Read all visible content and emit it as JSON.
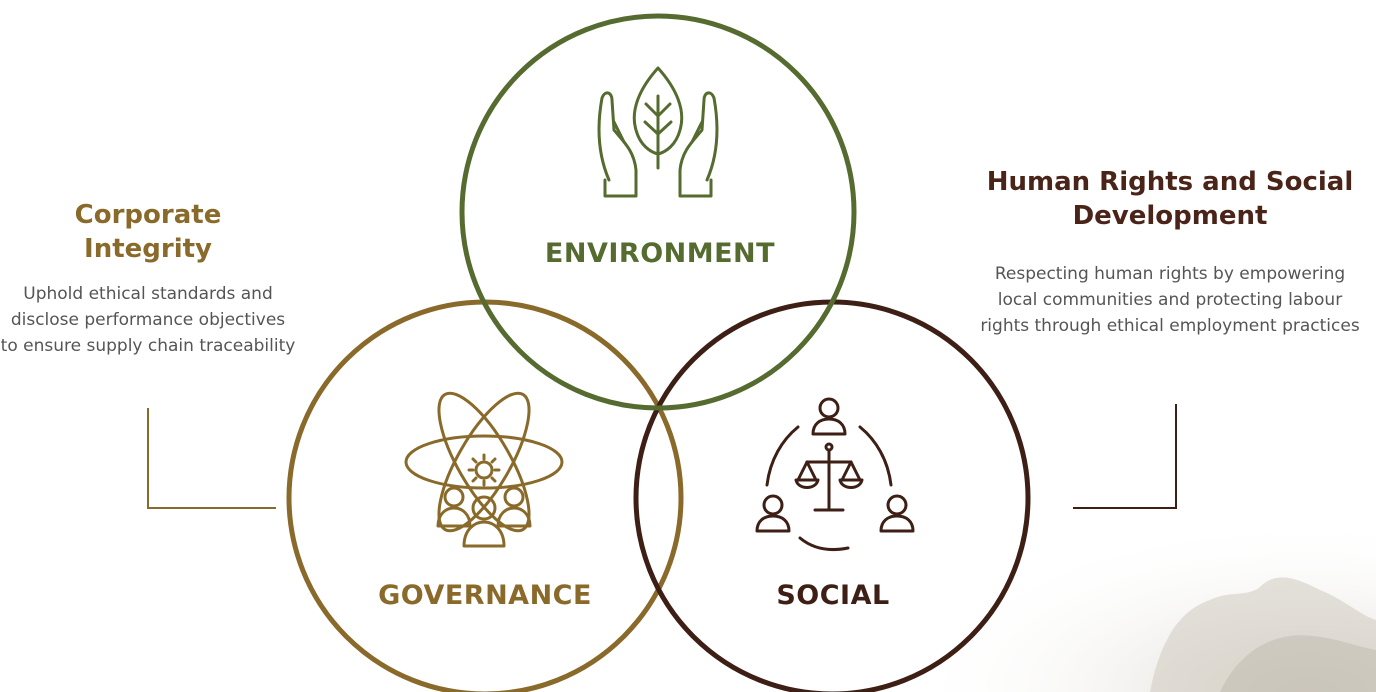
{
  "circles": {
    "environment": {
      "label": "ENVIRONMENT",
      "icon": "hands-leaf-icon",
      "color": "#556b2f"
    },
    "governance": {
      "label": "GOVERNANCE",
      "icon": "atom-people-icon",
      "color": "#8a6a2a"
    },
    "social": {
      "label": "SOCIAL",
      "icon": "people-scales-icon",
      "color": "#3d1f15"
    }
  },
  "corporate_integrity": {
    "title": "Corporate Integrity",
    "text": "Uphold ethical standards and disclose performance objectives to ensure supply chain traceability"
  },
  "human_rights": {
    "title": "Human Rights and Social Development",
    "text": "Respecting human rights by empowering local communities and protecting labour rights through ethical employment practices"
  }
}
